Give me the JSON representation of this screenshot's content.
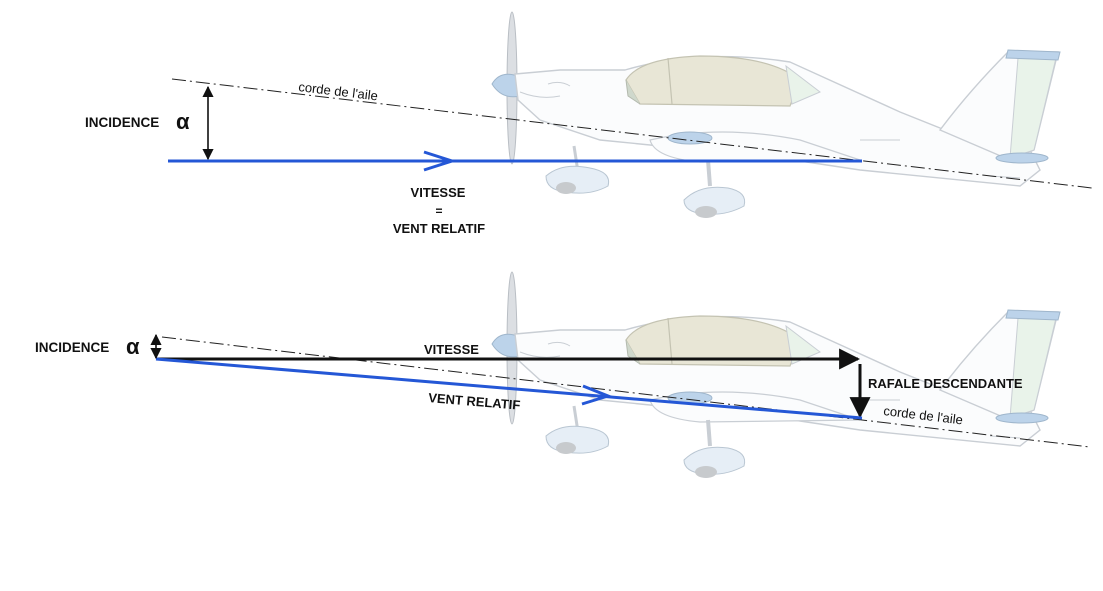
{
  "colors": {
    "blue": "#2457d6",
    "black": "#111111",
    "plane_outline": "#c9ced4",
    "canopy": "#e6e6d8",
    "plane_accent": "#bcd3ea",
    "tail_fin": "#e9f3ea"
  },
  "diagram_top": {
    "incidence_label": "INCIDENCE",
    "alpha_symbol": "α",
    "chord_label": "corde de l'aile",
    "speed_label": "VITESSE",
    "equals": "=",
    "relative_wind_label": "VENT RELATIF"
  },
  "diagram_bottom": {
    "incidence_label": "INCIDENCE",
    "alpha_symbol": "α",
    "speed_label": "VITESSE",
    "relative_wind_label": "VENT RELATIF",
    "gust_label": "RAFALE DESCENDANTE",
    "chord_label": "corde de l'aile"
  }
}
